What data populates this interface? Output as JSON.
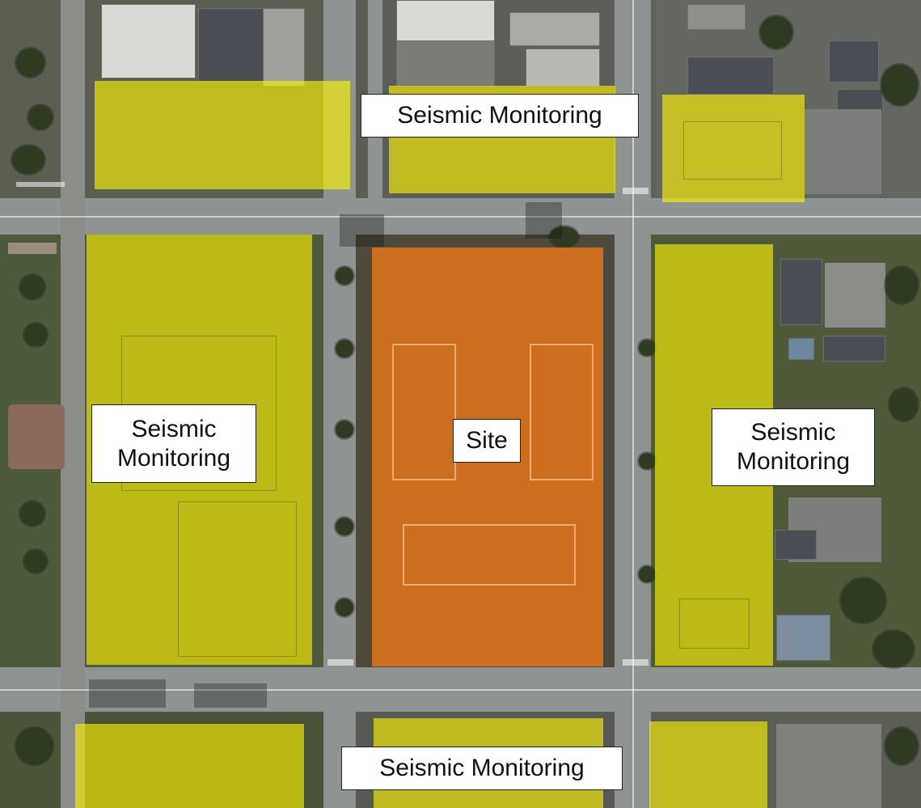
{
  "map": {
    "labels": {
      "top": "Seismic Monitoring",
      "left": "Seismic Monitoring",
      "right": "Seismic Monitoring",
      "bottom": "Seismic Monitoring",
      "site": "Site"
    },
    "colors": {
      "monitoring_zone": "#FFF200",
      "site_zone": "#F07814",
      "label_background": "#FFFFFF",
      "label_border": "#222222"
    }
  }
}
